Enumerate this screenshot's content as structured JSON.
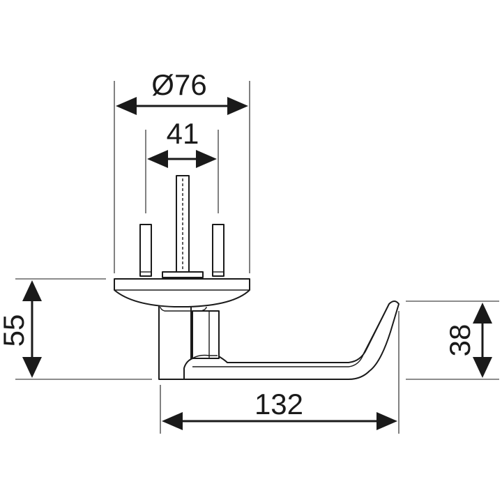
{
  "dimensions": {
    "diameter": "Ø76",
    "pin_spacing": "41",
    "height_total": "55",
    "length": "132",
    "handle_height": "38"
  }
}
